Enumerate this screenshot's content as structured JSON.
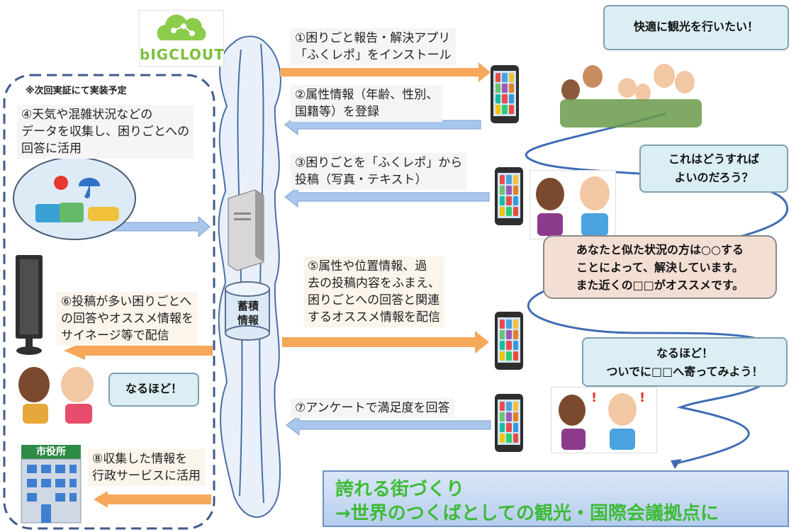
{
  "logo": {
    "text": "bIGCLOUT"
  },
  "left_panel": {
    "note": "※次回実証にて実装予定"
  },
  "steps": {
    "s1": [
      "①困りごと報告・解決アプリ",
      "「ふくレポ」をインストール"
    ],
    "s2": [
      "②属性情報（年齢、性別、",
      "国籍等）を登録"
    ],
    "s3": [
      "③困りごとを「ふくレポ」から",
      "投稿（写真・テキスト）"
    ],
    "s4": [
      "④天気や混雑状況などの",
      "データを収集し、困りごとへの",
      "回答に活用"
    ],
    "s5": [
      "⑤属性や位置情報、過",
      "去の投稿内容をふまえ、",
      "困りごとへの回答と関連",
      "するオススメ情報を配信"
    ],
    "s6": [
      "⑥投稿が多い困りごとへ",
      "の回答やオススメ情報を",
      "サイネージ等で配信"
    ],
    "s7": [
      "⑦アンケートで満足度を回答"
    ],
    "s8": [
      "⑧収集した情報を",
      "行政サービスに活用"
    ]
  },
  "storage": {
    "label": [
      "蓄積",
      "情報"
    ]
  },
  "city_hall": {
    "sign": "市役所"
  },
  "bubbles": {
    "b1": "快適に観光を行いたい！",
    "b2": [
      "これはどうすれば",
      "よいのだろう？"
    ],
    "b3": [
      "あなたと似た状況の方は○○する",
      "ことによって、解決しています。",
      "また近くの□□がオススメです。"
    ],
    "b4": [
      "なるほど！",
      "ついでに□□へ寄ってみよう！"
    ],
    "b5": "なるほど！"
  },
  "goal": [
    "誇れる街づくり",
    "→世界のつくばとしての観光・国際会議拠点に"
  ],
  "colors": {
    "arrow_orange": "#f6a75a",
    "arrow_blue": "#a9c6ec",
    "dashed_border": "#3f5a8a",
    "cloud_edge": "#4a6fa5",
    "goal_text": "#3dbb37"
  }
}
